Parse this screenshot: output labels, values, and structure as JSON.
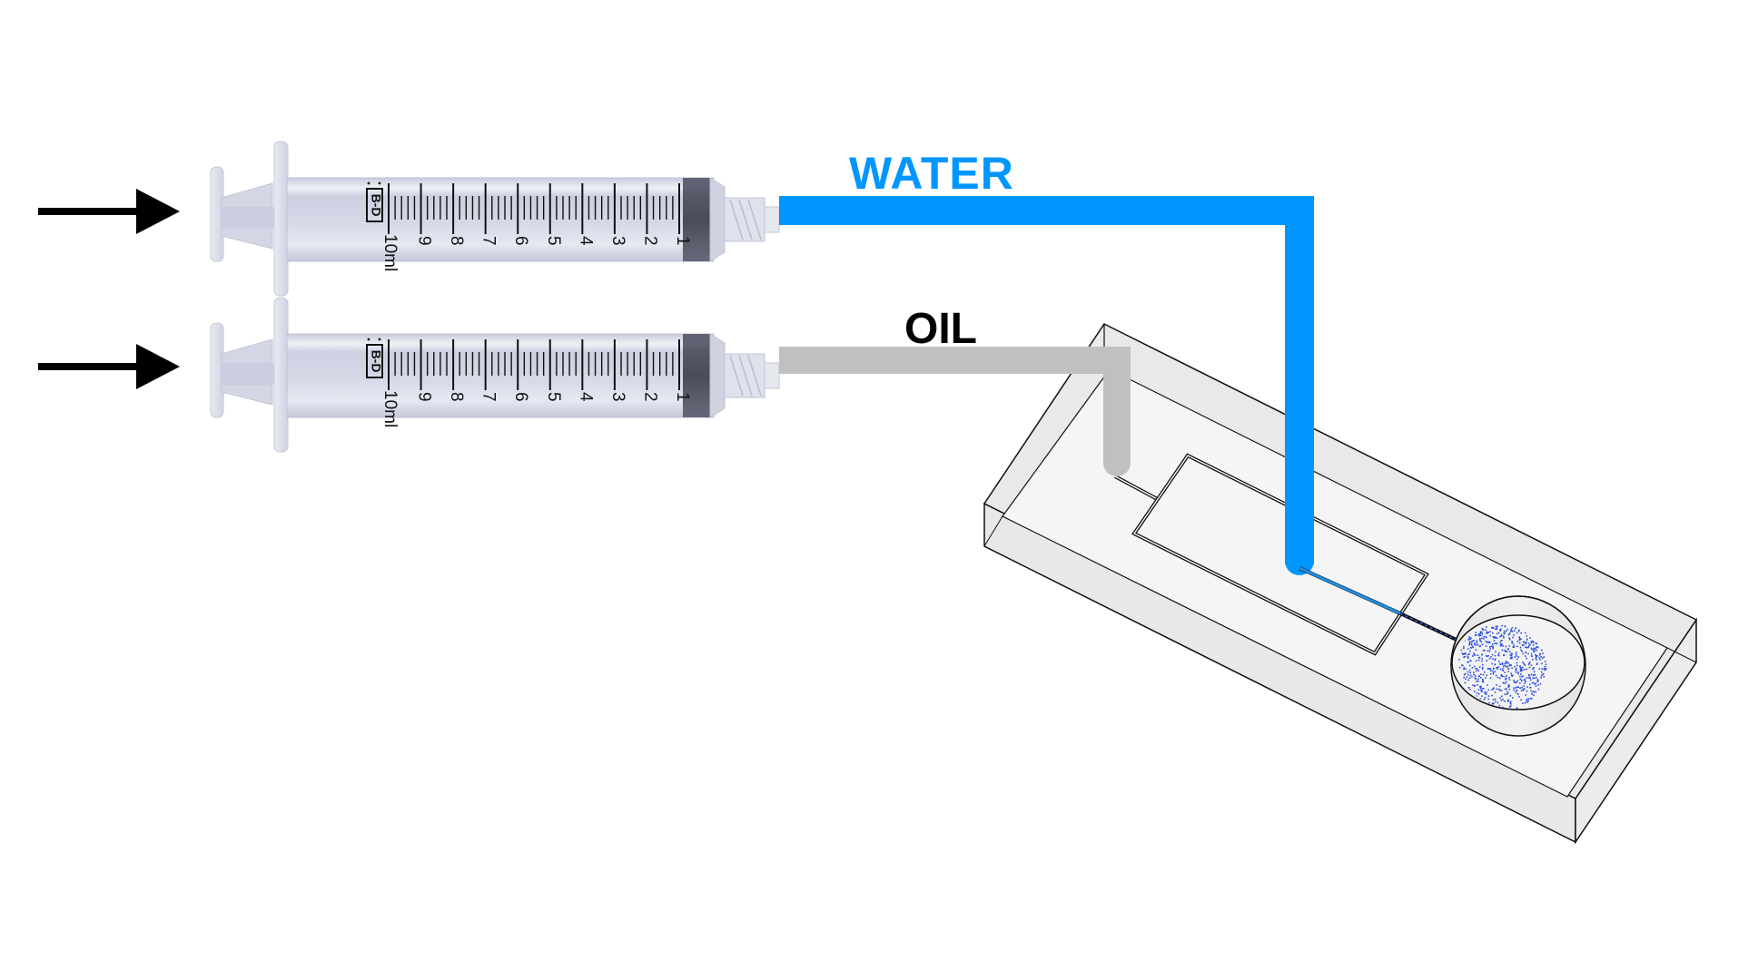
{
  "diagram": {
    "title": "Syringe-pump driven microfluidic droplet generator",
    "labels": {
      "water": "WATER",
      "oil": "OIL"
    },
    "syringes": [
      {
        "id": "water-syringe",
        "brand": "B-D",
        "capacity_label": "10ml",
        "scale_marks": [
          "1",
          "2",
          "3",
          "4",
          "5",
          "6",
          "7",
          "8",
          "9",
          "10"
        ],
        "connects_to": "water"
      },
      {
        "id": "oil-syringe",
        "brand": "B-D",
        "capacity_label": "10ml",
        "scale_marks": [
          "1",
          "2",
          "3",
          "4",
          "5",
          "6",
          "7",
          "8",
          "9",
          "10"
        ],
        "connects_to": "oil"
      }
    ],
    "colors": {
      "water": "#0096ff",
      "oil": "#c0c0c0",
      "oil_label": "#000000",
      "arrow": "#000000",
      "chip_top": "#f4f4f4",
      "chip_side": "#e8e8e8",
      "droplets": "#2a4ee0",
      "syringe_barrel": "#d4d7e6"
    }
  }
}
